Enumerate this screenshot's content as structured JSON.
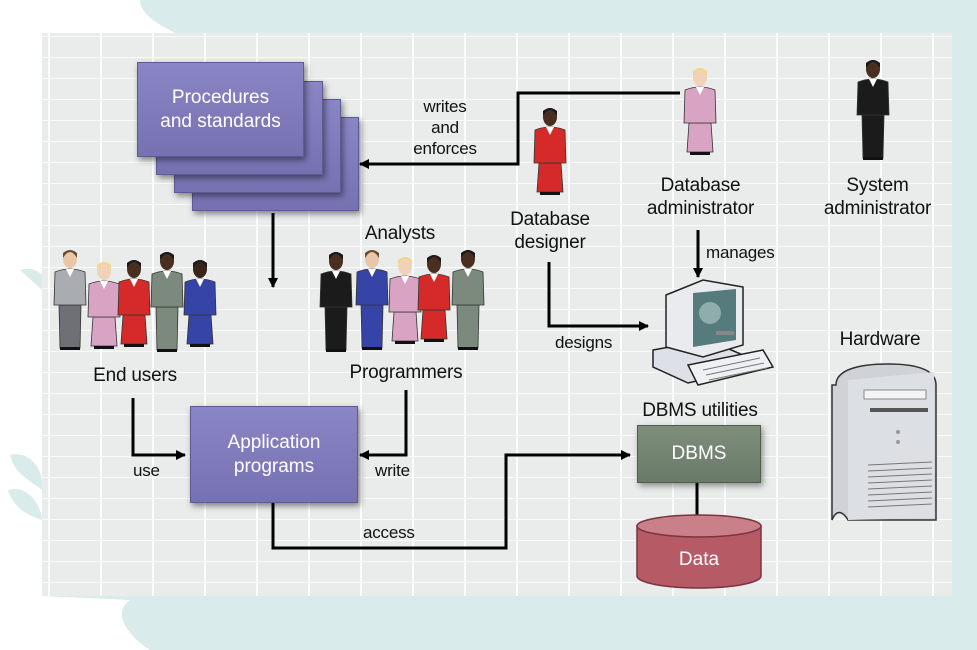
{
  "diagram": {
    "title_boxes": {
      "procedures": [
        "Procedures",
        "and standards"
      ],
      "application": [
        "Application",
        "programs"
      ],
      "dbms": "DBMS",
      "data": "Data"
    },
    "actors": {
      "end_users": "End users",
      "analysts": "Analysts",
      "programmers": "Programmers",
      "db_designer": [
        "Database",
        "designer"
      ],
      "db_admin": [
        "Database",
        "administrator"
      ],
      "sys_admin": [
        "System",
        "administrator"
      ]
    },
    "components": {
      "dbms_utilities": "DBMS utilities",
      "hardware": "Hardware"
    },
    "edges": [
      {
        "from": "Database administrator",
        "to": "Procedures and standards",
        "label": [
          "writes",
          "and",
          "enforces"
        ]
      },
      {
        "from": "Procedures and standards",
        "to": "Analysts/Programmers/End users",
        "label": ""
      },
      {
        "from": "Database administrator",
        "to": "DBMS utilities",
        "label": "manages"
      },
      {
        "from": "Database designer",
        "to": "DBMS utilities",
        "label": "designs"
      },
      {
        "from": "End users",
        "to": "Application programs",
        "label": "use"
      },
      {
        "from": "Programmers",
        "to": "Application programs",
        "label": "write"
      },
      {
        "from": "Application programs",
        "to": "DBMS",
        "label": "access"
      },
      {
        "from": "DBMS",
        "to": "Data",
        "label": ""
      }
    ],
    "colors": {
      "purple_box": "#7c78b9",
      "dbms_box": "#72826f",
      "data_cylinder": "#b65a66",
      "background_teal": "#d9eceb",
      "grid_board": "#e9ecea"
    }
  }
}
